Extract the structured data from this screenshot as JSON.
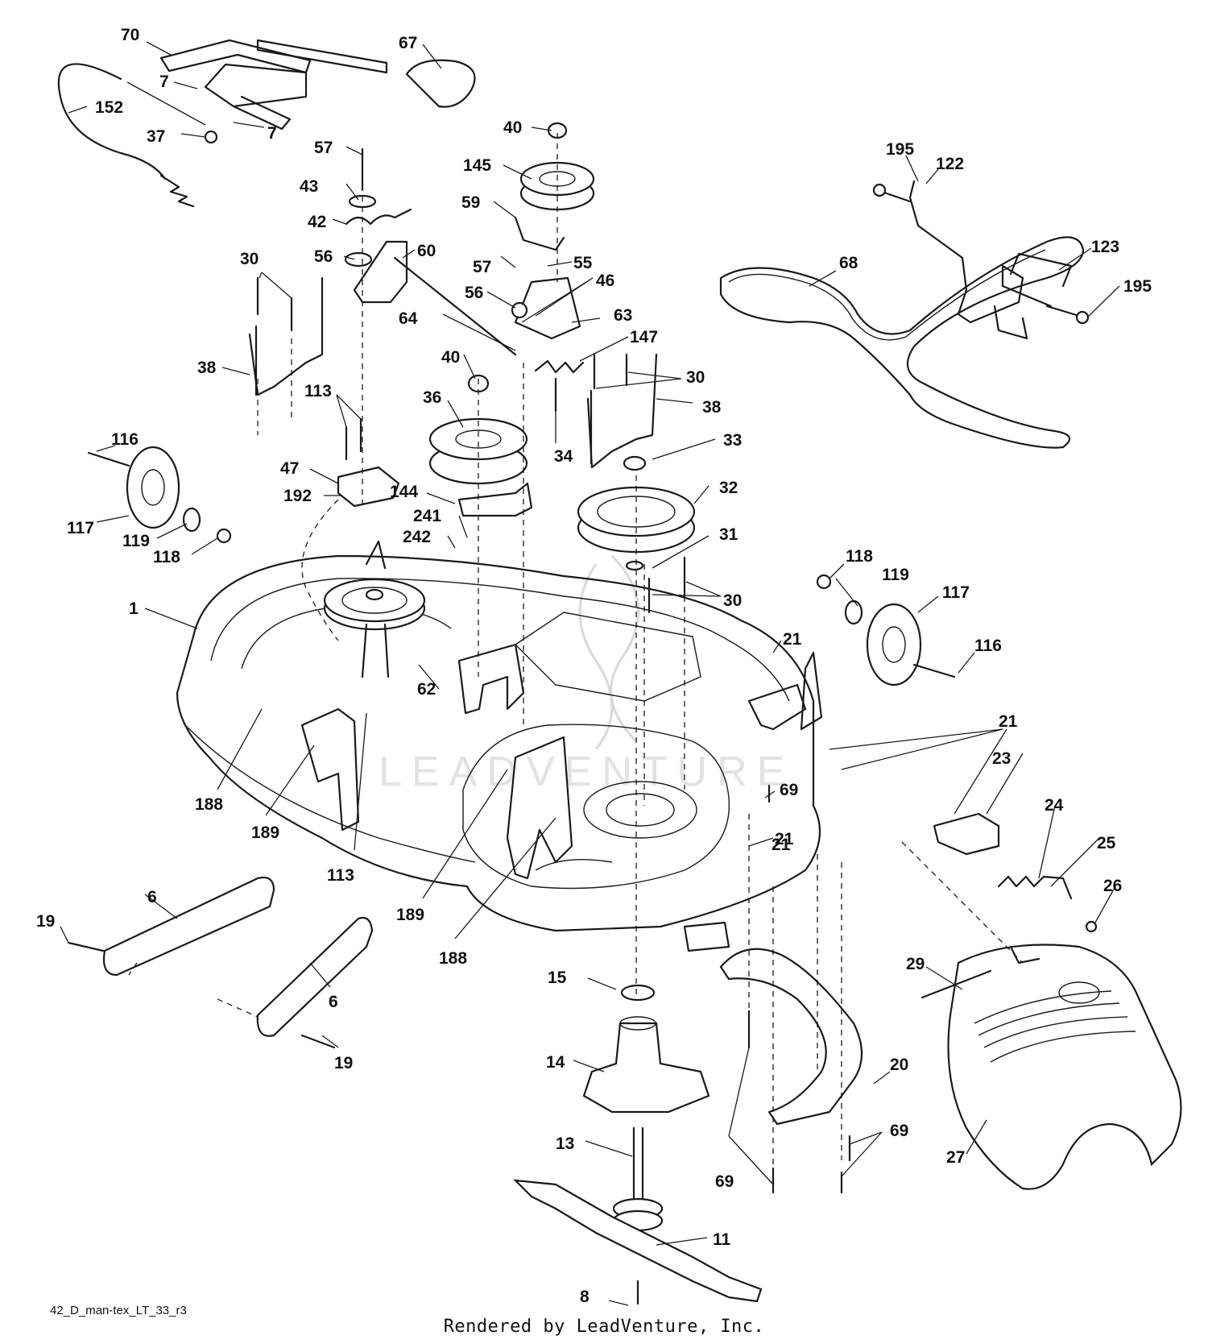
{
  "diagram": {
    "drawing_code": "42_D_man-tex_LT_33_r3",
    "credit": "Rendered by LeadVenture, Inc.",
    "watermark": "LEADVENTURE",
    "callouts": [
      "70",
      "67",
      "7",
      "7",
      "152",
      "37",
      "57",
      "43",
      "42",
      "56",
      "60",
      "40",
      "145",
      "59",
      "57",
      "55",
      "56",
      "46",
      "63",
      "147",
      "64",
      "30",
      "38",
      "113",
      "116",
      "117",
      "119",
      "118",
      "47",
      "192",
      "40",
      "36",
      "144",
      "241",
      "242",
      "34",
      "30",
      "38",
      "33",
      "32",
      "31",
      "30",
      "195",
      "122",
      "68",
      "123",
      "195",
      "118",
      "119",
      "117",
      "116",
      "1",
      "62",
      "21",
      "21",
      "21",
      "23",
      "24",
      "25",
      "26",
      "188",
      "189",
      "113",
      "189",
      "188",
      "69",
      "21",
      "6",
      "19",
      "6",
      "19",
      "15",
      "14",
      "13",
      "11",
      "8",
      "29",
      "27",
      "20",
      "69",
      "69"
    ]
  }
}
